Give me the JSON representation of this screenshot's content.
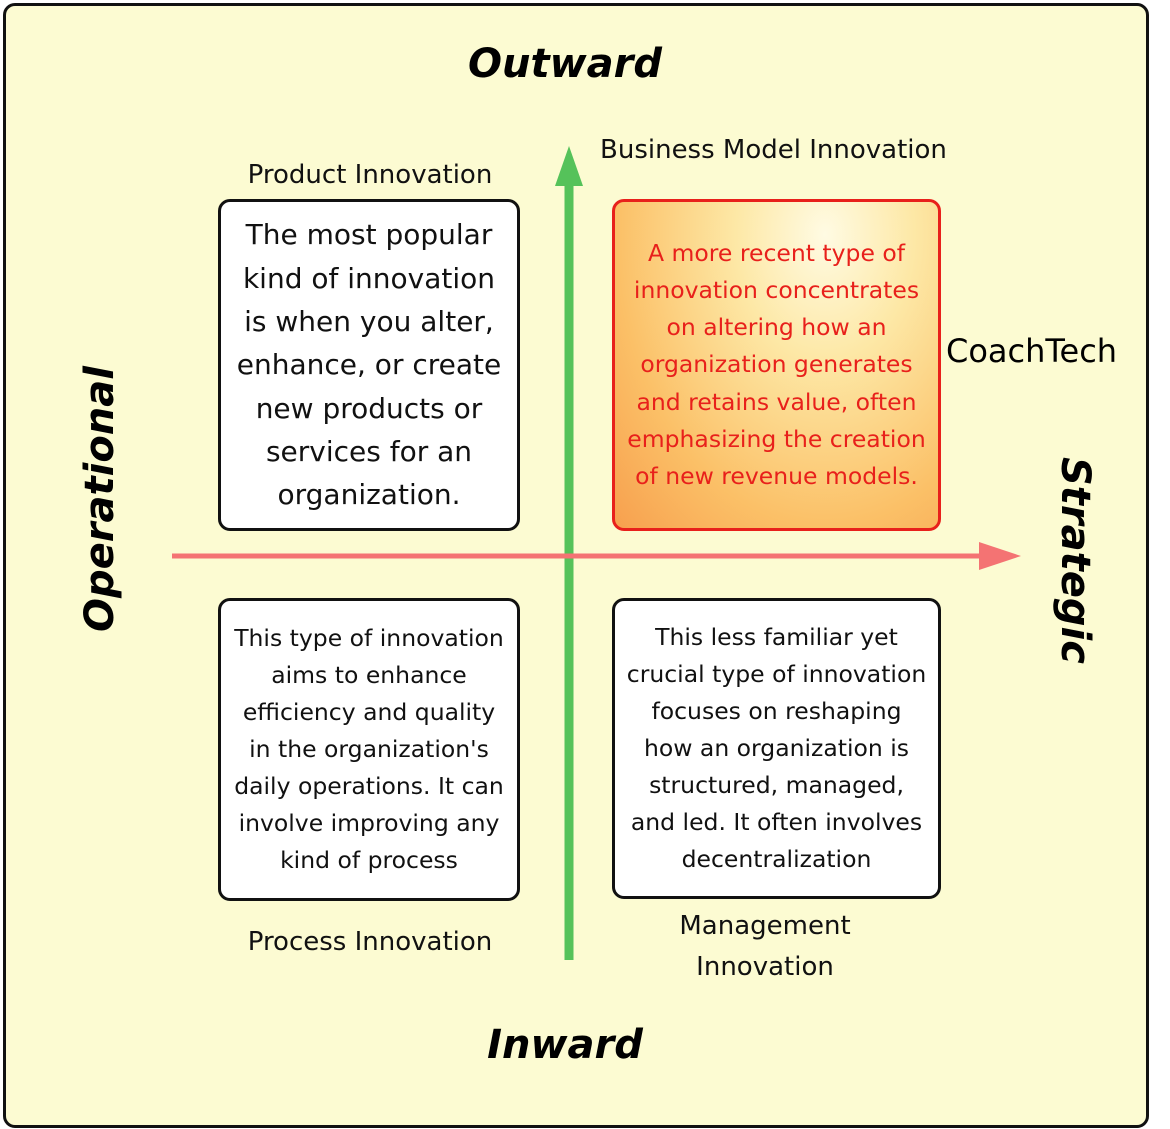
{
  "axes": {
    "top": "Outward",
    "bottom": "Inward",
    "left": "Operational",
    "right": "Strategic"
  },
  "quadrants": {
    "top_left": {
      "title": "Product Innovation",
      "text": "The most popular kind of innovation is when you alter, enhance, or create new products or services for an organization."
    },
    "top_right": {
      "title": "Business Model Innovation",
      "text": "A more recent type of innovation concentrates on altering how an organization generates and retains value, often emphasizing the creation of new revenue models."
    },
    "bottom_left": {
      "title": "Process Innovation",
      "text": "This type of innovation aims to enhance efficiency and quality in the organization's daily operations. It can involve improving any kind of process"
    },
    "bottom_right": {
      "title": "Management Innovation",
      "text": "This less familiar yet crucial type of innovation focuses on reshaping how an organization is structured, managed, and led. It often involves decentralization"
    }
  },
  "brand": "CoachTech",
  "colors": {
    "background": "#fcfbd2",
    "vertical_arrow": "#55c25a",
    "horizontal_arrow": "#f47373",
    "highlight_text": "#e8201b",
    "highlight_border": "#e8201b"
  }
}
